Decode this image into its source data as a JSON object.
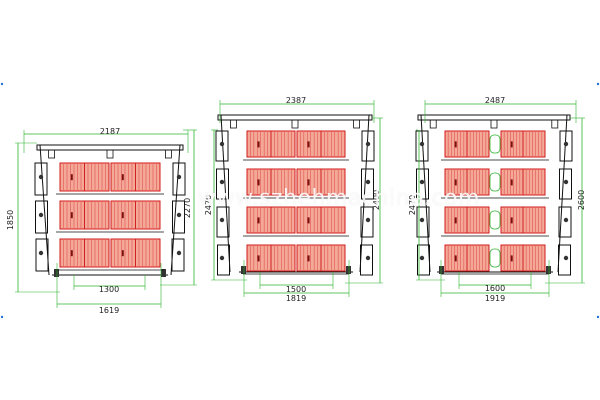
{
  "colors": {
    "dimension": "#2db52d",
    "frame": "#111111",
    "tray_fill": "#f4a898",
    "tray_line": "#d01818",
    "watermark": "#ffffff",
    "edge_marker": "#2a6fd0"
  },
  "watermark": "www.szhehmachine.com",
  "figures": [
    {
      "id": "three-tier",
      "tiers": 3,
      "top_width": "2187",
      "height_left": "1850",
      "height_right": "2270",
      "bottom_inner": "1300",
      "bottom_outer": "1619"
    },
    {
      "id": "four-tier-a",
      "tiers": 4,
      "top_width": "2387",
      "height_left": "2470",
      "height_right": "2400",
      "bottom_inner": "1500",
      "bottom_outer": "1819"
    },
    {
      "id": "four-tier-b",
      "tiers": 4,
      "top_width": "2487",
      "height_left": "2470",
      "height_right": "2600",
      "bottom_inner": "1600",
      "bottom_outer": "1919"
    }
  ]
}
